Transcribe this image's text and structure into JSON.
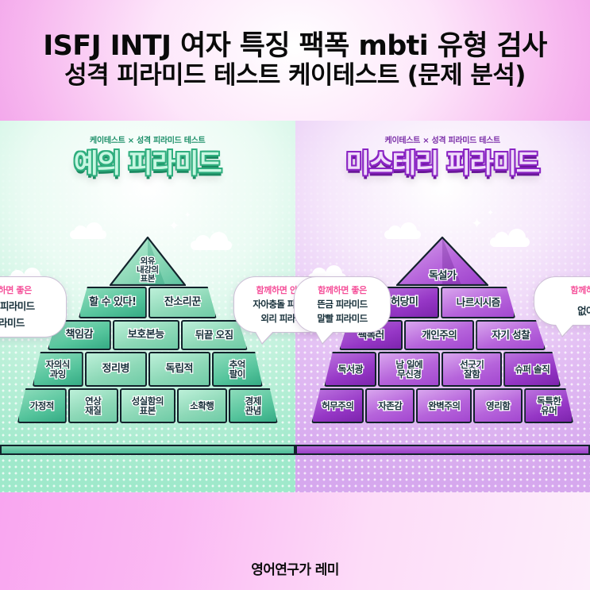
{
  "title": {
    "line1": "ISFJ INTJ 여자 특징 팩폭 mbti 유형 검사",
    "line2": "성격 피라미드 테스트 케이테스트 (문제 분석)"
  },
  "footer": {
    "credit": "영어연구가 레미"
  },
  "colors": {
    "page_pink": "#f7a8ef",
    "mint_light": "#bdf0d9",
    "mint_mid": "#8ed9b8",
    "mint_dark": "#35ab84",
    "purple_light": "#d9a6ee",
    "purple_mid": "#b664db",
    "purple_dark": "#7d24ad",
    "bubble_title_pink": "#f5519a",
    "text_dark": "#17303a"
  },
  "cards": {
    "left": {
      "kicker": "케이테스트 × 성격 피라미드 테스트",
      "logo": "예의 피라미드",
      "pyramid": {
        "apex": "외유\n내강의\n표본",
        "tiers": [
          {
            "bricks": [
              {
                "label": "할 수 있다!"
              },
              {
                "label": "잔소리꾼"
              }
            ]
          },
          {
            "bricks": [
              {
                "label": "책임감"
              },
              {
                "label": "보호본능"
              },
              {
                "label": "뒤끝 오짐"
              }
            ]
          },
          {
            "bricks": [
              {
                "label": "자의식\n과잉"
              },
              {
                "label": "정리병"
              },
              {
                "label": "독립적"
              },
              {
                "label": "추억\n팔이"
              }
            ]
          },
          {
            "bricks": [
              {
                "label": "가정적"
              },
              {
                "label": "연상\n재질"
              },
              {
                "label": "성실함의\n표본"
              },
              {
                "label": "소확행"
              },
              {
                "label": "경제\n관념"
              }
            ]
          }
        ]
      }
    },
    "right": {
      "kicker": "케이테스트 × 성격 피라미드 테스트",
      "logo": "미스테리 피라미드",
      "pyramid": {
        "apex": "독설가",
        "tiers": [
          {
            "bricks": [
              {
                "label": "허당미"
              },
              {
                "label": "나르시시즘"
              }
            ]
          },
          {
            "bricks": [
              {
                "label": "팩폭러"
              },
              {
                "label": "개인주의"
              },
              {
                "label": "자기 성찰"
              }
            ]
          },
          {
            "bricks": [
              {
                "label": "독서광"
              },
              {
                "label": "남 일에\n무신경"
              },
              {
                "label": "선긋기\n잘함"
              },
              {
                "label": "슈퍼 솔직"
              }
            ]
          },
          {
            "bricks": [
              {
                "label": "허무주의"
              },
              {
                "label": "자존감"
              },
              {
                "label": "완벽주의"
              },
              {
                "label": "영리함"
              },
              {
                "label": "독특한\n유머"
              }
            ]
          }
        ]
      }
    }
  },
  "bubbles": [
    {
      "id": "left-edge",
      "title": "함께하면 좋은",
      "lines": [
        "우돌 피라미드",
        "피라미드"
      ]
    },
    {
      "id": "mid-bad",
      "title": "함께하면 안 좋은",
      "lines": [
        "자아충돌 피라미드",
        "외리 피라미드"
      ]
    },
    {
      "id": "mid-good",
      "title": "함께하면 좋은",
      "lines": [
        "뜬금 피라미드",
        "말빨 피라미드"
      ]
    },
    {
      "id": "right-edge",
      "title": "함께하면",
      "lines": [
        "없어"
      ]
    }
  ]
}
